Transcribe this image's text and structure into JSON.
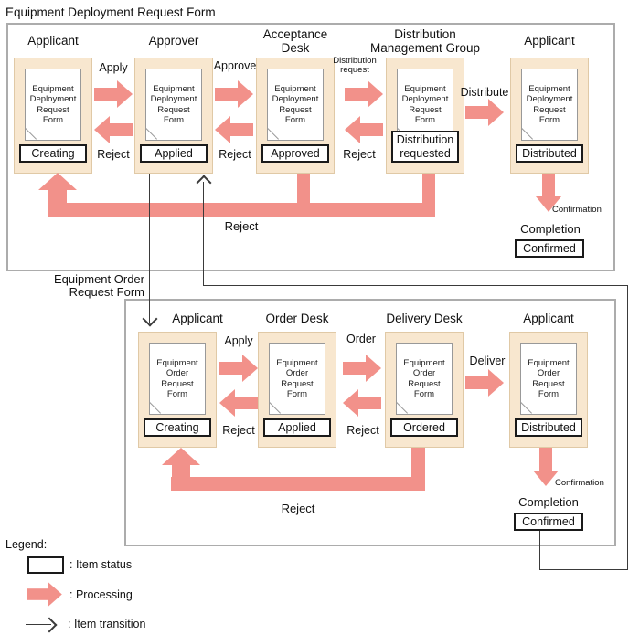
{
  "title": "Equipment Deployment Request Form",
  "order_form_label": "Equipment Order Request Form",
  "colors": {
    "processing_arrow": "#F2918A",
    "card_fill": "#F8E7CF",
    "card_border": "#E0C9A6",
    "section_border": "#ACACAC",
    "status_fill": "#FFFFFF"
  },
  "deployment": {
    "columns": [
      {
        "header": "Applicant",
        "doc": "Equipment Deployment Request Form",
        "status": "Creating"
      },
      {
        "header": "Approver",
        "doc": "Equipment Deployment Request Form",
        "status": "Applied"
      },
      {
        "header": "Acceptance Desk",
        "doc": "Equipment Deployment Request Form",
        "status": "Approved"
      },
      {
        "header": "Distribution Management Group",
        "doc": "Equipment Deployment Request Form",
        "status": "Distribution requested"
      },
      {
        "header": "Applicant",
        "doc": "Equipment Deployment Request Form",
        "status": "Distributed"
      }
    ],
    "labels": {
      "apply": "Apply",
      "approve": "Approve",
      "distribution_request": "Distribution request",
      "distribute": "Distribute",
      "reject1": "Reject",
      "reject2": "Reject",
      "reject3": "Reject",
      "big_reject": "Reject",
      "confirmation": "Confirmation",
      "completion": "Completion",
      "confirmed": "Confirmed"
    }
  },
  "order": {
    "columns": [
      {
        "header": "Applicant",
        "doc": "Equipment Order Request Form",
        "status": "Creating"
      },
      {
        "header": "Order Desk",
        "doc": "Equipment Order Request Form",
        "status": "Applied"
      },
      {
        "header": "Delivery Desk",
        "doc": "Equipment Order Request Form",
        "status": "Ordered"
      },
      {
        "header": "Applicant",
        "doc": "Equipment Order Request Form",
        "status": "Distributed"
      }
    ],
    "labels": {
      "apply": "Apply",
      "order": "Order",
      "deliver": "Deliver",
      "reject1": "Reject",
      "reject2": "Reject",
      "big_reject": "Reject",
      "confirmation": "Confirmation",
      "completion": "Completion",
      "confirmed": "Confirmed"
    }
  },
  "legend": {
    "title": "Legend:",
    "item_status": ": Item status",
    "processing": ": Processing",
    "item_transition": ": Item transition"
  }
}
